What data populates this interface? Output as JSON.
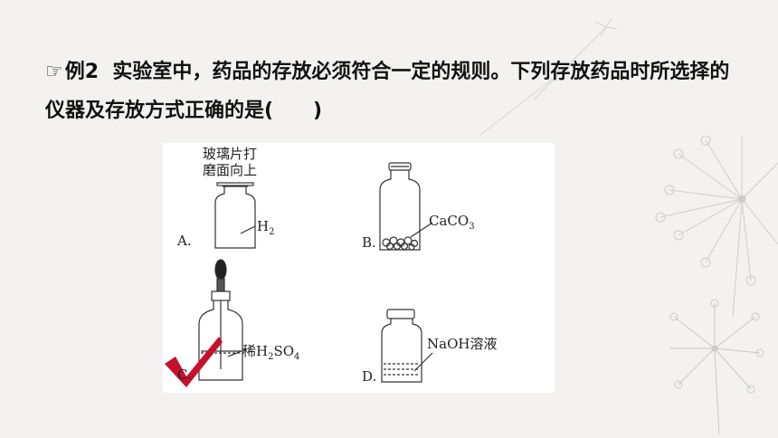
{
  "question": {
    "marker": "☞",
    "number": "例2",
    "text": "实验室中，药品的存放必须符合一定的规则。下列存放药品时所选择的仪器及存放方式正确的是(　　)"
  },
  "figure": {
    "options": [
      {
        "letter": "A.",
        "note": "玻璃片打磨面向上",
        "reagent": "H",
        "sub": "2",
        "tail": ""
      },
      {
        "letter": "B.",
        "reagent": "CaCO",
        "sub": "3",
        "tail": ""
      },
      {
        "letter": "C.",
        "prefix": "稀H",
        "sub": "2",
        "reagent": "SO",
        "sub2": "4"
      },
      {
        "letter": "D.",
        "reagent": "NaOH溶液"
      }
    ],
    "note_line1": "玻璃片打",
    "note_line2": "磨面向上",
    "answer_mark_color": "#c8102e"
  }
}
